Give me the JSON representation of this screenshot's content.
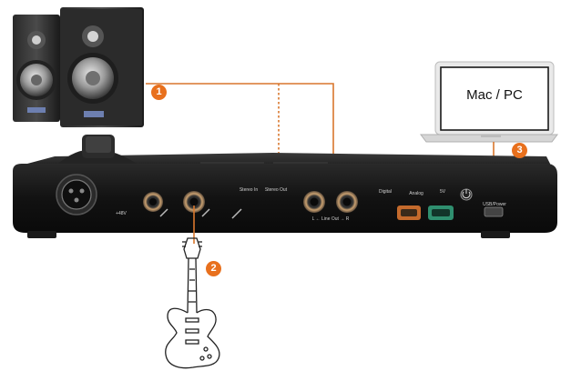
{
  "laptop": {
    "label": "Mac / PC"
  },
  "callouts": [
    "1",
    "2",
    "3"
  ],
  "device_labels": {
    "plus_48v": "+48V",
    "stereo_in": "Stereo In",
    "stereo_out": "Stereo Out",
    "line_out": "L ← Line Out → R",
    "digital": "Digital",
    "analog": "Analog",
    "fx_1": "5V",
    "usb": "USB/Power"
  },
  "colors": {
    "accent": "#e8701d",
    "cable": "#d9772d",
    "device_body": "#1c1c1c",
    "digital_port": "#c46a2c",
    "analog_port": "#2f8f6f"
  }
}
